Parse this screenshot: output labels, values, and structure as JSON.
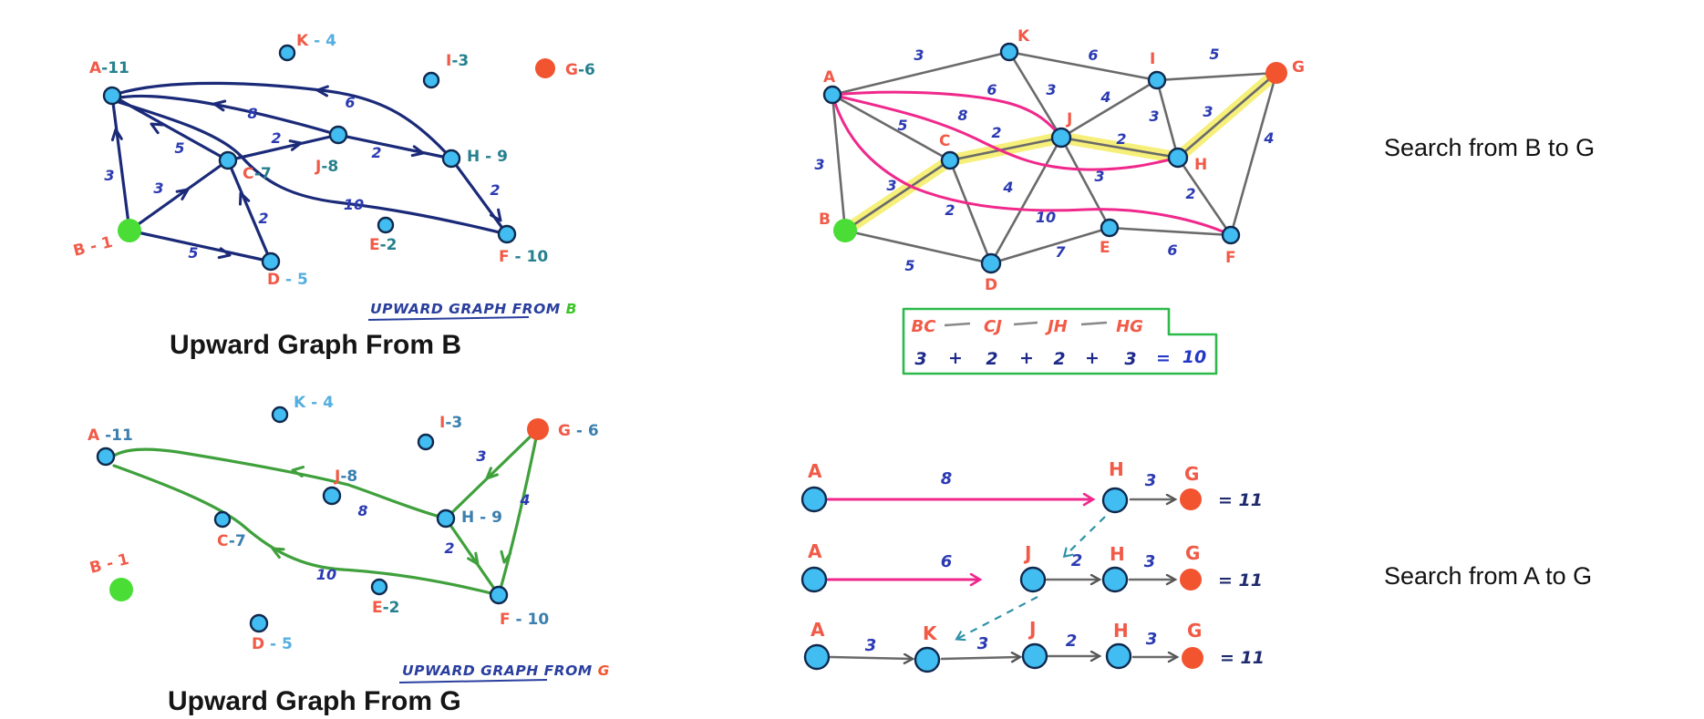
{
  "p1": {
    "hand_title": "UPWARD GRAPH FROM",
    "hand_src": "B",
    "bold_title": "Upward Graph From B",
    "nodes": {
      "A": {
        "l": "A",
        "s": "-11"
      },
      "K": {
        "l": "K",
        "s": " - 4"
      },
      "I": {
        "l": "I",
        "s": "-3"
      },
      "G": {
        "l": "G",
        "s": "-6"
      },
      "C": {
        "l": "C",
        "s": "-7"
      },
      "J": {
        "l": "J",
        "s": "-8"
      },
      "H": {
        "l": "H",
        "s": " - 9"
      },
      "B": {
        "l": "B",
        "s": " - 1"
      },
      "D": {
        "l": "D",
        "s": " - 5"
      },
      "E": {
        "l": "E",
        "s": "-2"
      },
      "F": {
        "l": "F",
        "s": " - 10"
      }
    },
    "w": {
      "ba": "3",
      "bc": "3",
      "bd": "5",
      "dc": "2",
      "ca": "5",
      "cj": "2",
      "jh": "2",
      "hf": "2",
      "ha": "6",
      "ja": "8",
      "fa": "10"
    }
  },
  "p2": {
    "caption": "Search from B to G",
    "n": {
      "A": "A",
      "B": "B",
      "C": "C",
      "D": "D",
      "E": "E",
      "F": "F",
      "G": "G",
      "H": "H",
      "I": "I",
      "J": "J",
      "K": "K"
    },
    "w": {
      "ak": "3",
      "ac": "5",
      "ab": "3",
      "bc": "3",
      "bd": "5",
      "cd": "2",
      "cj": "2",
      "jk": "3",
      "ki": "6",
      "ij": "4",
      "ih": "3",
      "ig": "5",
      "gh": "3",
      "gf": "4",
      "jh": "2",
      "hf": "2",
      "je": "3",
      "jd": "4",
      "ef": "6",
      "de": "7",
      "aj": "6",
      "ah": "8",
      "af": "10"
    },
    "box": {
      "p0": "BC",
      "p1": "CJ",
      "p2": "JH",
      "p3": "HG",
      "s0": "3",
      "s1": "+",
      "s2": "2",
      "s3": "+",
      "s4": "2",
      "s5": "+",
      "s6": "3",
      "eq": "=",
      "total": "10"
    }
  },
  "p3": {
    "hand_title": "UPWARD GRAPH FROM",
    "hand_src": "G",
    "bold_title": "Upward Graph From G",
    "nodes": {
      "A": {
        "l": "A",
        "s": " -11"
      },
      "K": {
        "l": "K",
        "s": " - 4"
      },
      "I": {
        "l": "I",
        "s": "-3"
      },
      "G": {
        "l": "G",
        "s": " - 6"
      },
      "C": {
        "l": "C",
        "s": "-7"
      },
      "J": {
        "l": "J",
        "s": "-8"
      },
      "H": {
        "l": "H",
        "s": " - 9"
      },
      "B": {
        "l": "B",
        "s": " - 1"
      },
      "D": {
        "l": "D",
        "s": " - 5"
      },
      "E": {
        "l": "E",
        "s": "-2"
      },
      "F": {
        "l": "F",
        "s": " - 10"
      }
    },
    "w": {
      "gh": "3",
      "gf": "4",
      "hf": "2",
      "ha": "8",
      "fa": "10"
    }
  },
  "p4": {
    "caption": "Search from A to G",
    "rows": [
      {
        "n0": "A",
        "n1": "H",
        "n2": "G",
        "w0": "8",
        "w1": "3",
        "res": "= 11"
      },
      {
        "n0": "A",
        "n1": "J",
        "n2": "H",
        "n3": "G",
        "w0": "6",
        "w1": "2",
        "w2": "3",
        "res": "= 11"
      },
      {
        "n0": "A",
        "n1": "K",
        "n2": "J",
        "n3": "H",
        "n4": "G",
        "w0": "3",
        "w1": "3",
        "w2": "2",
        "w3": "3",
        "res": "= 11"
      }
    ]
  }
}
